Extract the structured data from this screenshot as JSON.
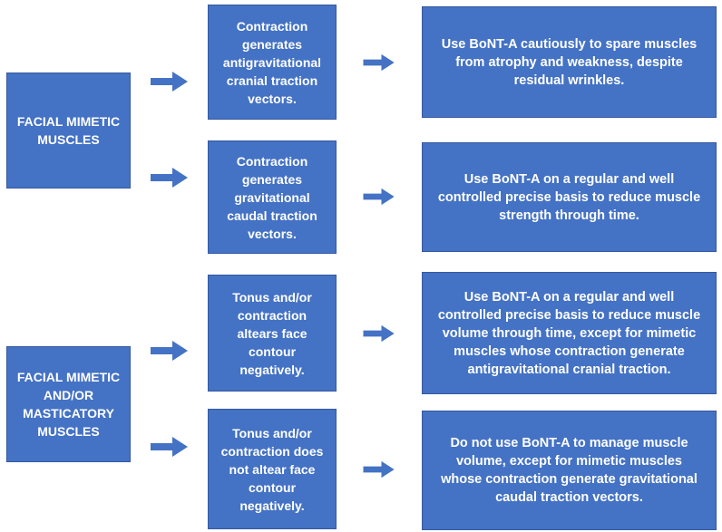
{
  "colors": {
    "box_fill": "#4472C4",
    "box_border": "#35599F",
    "arrow_fill": "#4472C4",
    "box_text": "#FFFFFF",
    "background": "#FFFFFF"
  },
  "left_boxes": [
    {
      "name": "facial-mimetic-muscles",
      "label_lines": [
        "FACIAL MIMETIC",
        "MUSCLES"
      ]
    },
    {
      "name": "facial-mimetic-and-or-masticatory-muscles",
      "label_lines": [
        "FACIAL MIMETIC",
        "AND/OR",
        "MASTICATORY",
        "MUSCLES"
      ]
    }
  ],
  "rows": [
    {
      "middle_lines": [
        "Contraction",
        "generates",
        "antigravitational",
        "cranial traction",
        "vectors."
      ],
      "right_lines": [
        "Use BoNT-A cautiously to spare muscles",
        "from atrophy and weakness, despite",
        "residual wrinkles."
      ]
    },
    {
      "middle_lines": [
        "Contraction",
        "generates",
        "gravitational",
        "caudal traction",
        "vectors."
      ],
      "right_lines": [
        "Use BoNT-A on a regular and well",
        "controlled precise basis to reduce muscle",
        "strength  through time."
      ]
    },
    {
      "middle_lines": [
        "Tonus and/or",
        "contraction",
        "altears face",
        "contour",
        "negatively."
      ],
      "right_lines": [
        "Use BoNT-A on a regular and well",
        "controlled precise basis to reduce muscle",
        "volume  through time, except for mimetic",
        "muscles whose contraction generate",
        "antigravitational cranial traction."
      ]
    },
    {
      "middle_lines": [
        "Tonus and/or",
        "contraction does",
        "not altear face",
        "contour",
        "negatively."
      ],
      "right_lines": [
        "Do not use BoNT-A to manage muscle",
        "volume, except for mimetic muscles",
        "whose contraction generate gravitational",
        "caudal traction vectors."
      ]
    }
  ]
}
